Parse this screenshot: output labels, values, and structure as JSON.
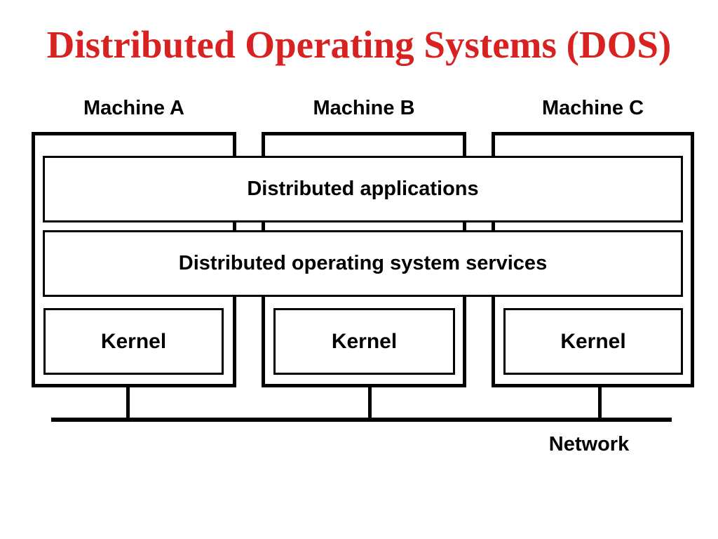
{
  "title": {
    "text": "Distributed Operating Systems (DOS)"
  },
  "machines": [
    {
      "label": "Machine A",
      "kernel_label": "Kernel"
    },
    {
      "label": "Machine B",
      "kernel_label": "Kernel"
    },
    {
      "label": "Machine C",
      "kernel_label": "Kernel"
    }
  ],
  "layers": {
    "applications_label": "Distributed applications",
    "services_label": "Distributed operating system services"
  },
  "network": {
    "label": "Network"
  },
  "colors": {
    "title_red": "#d82121",
    "line_black": "#000000",
    "background": "#ffffff"
  }
}
